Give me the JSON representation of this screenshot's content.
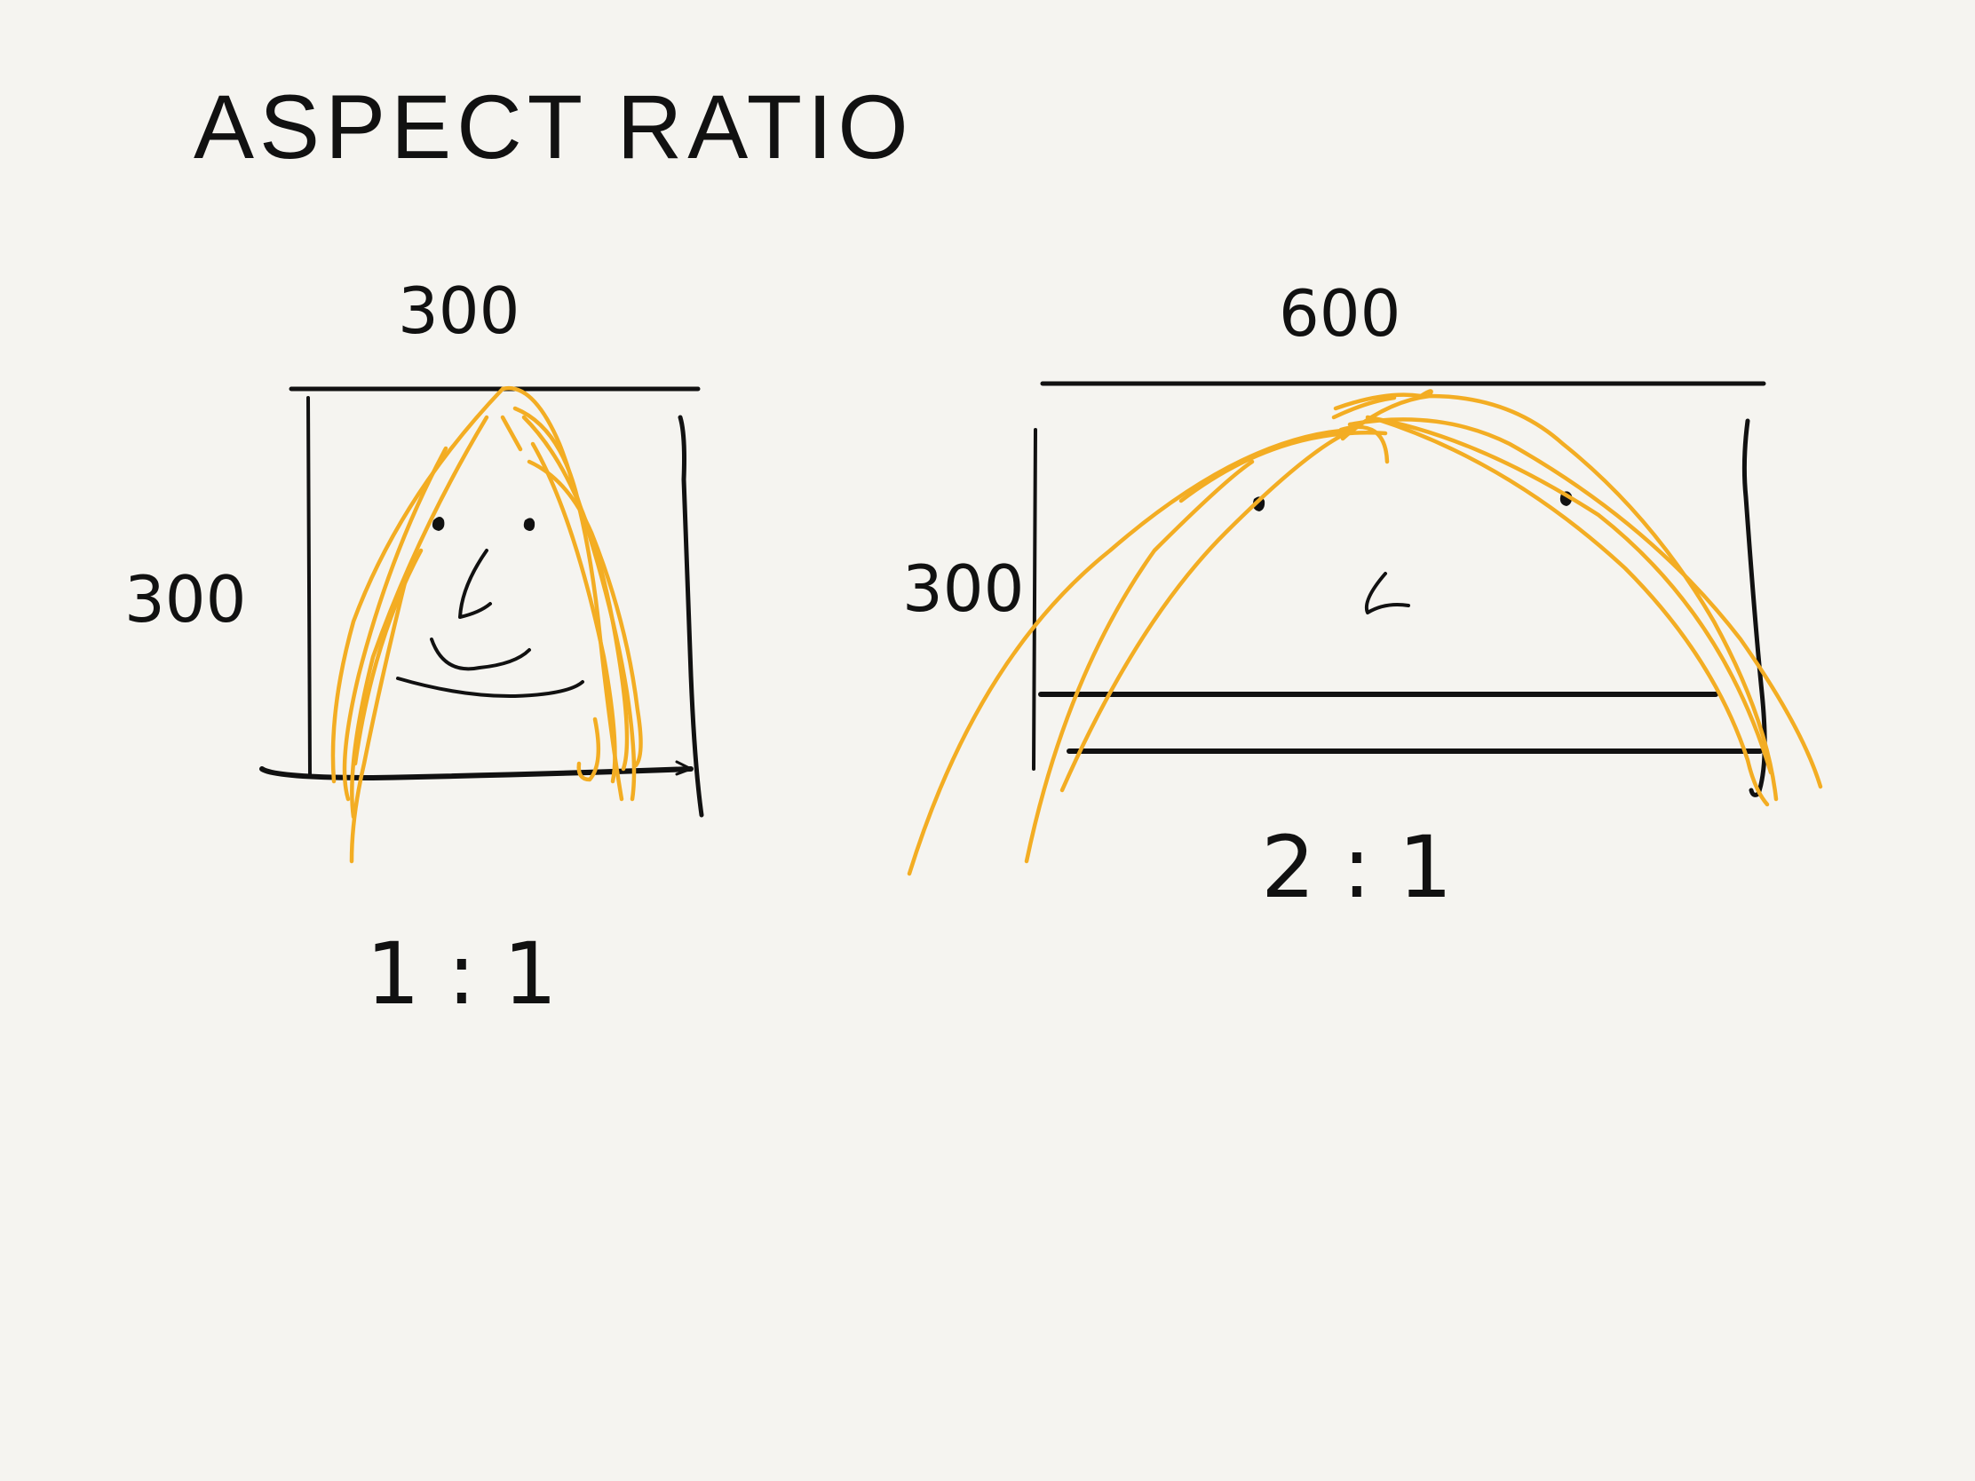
{
  "title": "ASPECT RATIO",
  "square_figure": {
    "width_label": "300",
    "height_label": "300",
    "ratio_label": "1 : 1"
  },
  "wide_figure": {
    "width_label": "600",
    "height_label": "300",
    "ratio_label": "2 : 1"
  },
  "colors": {
    "background": "#f5f4f0",
    "ink": "#111111",
    "accent_yellow": "#f3ad23"
  }
}
